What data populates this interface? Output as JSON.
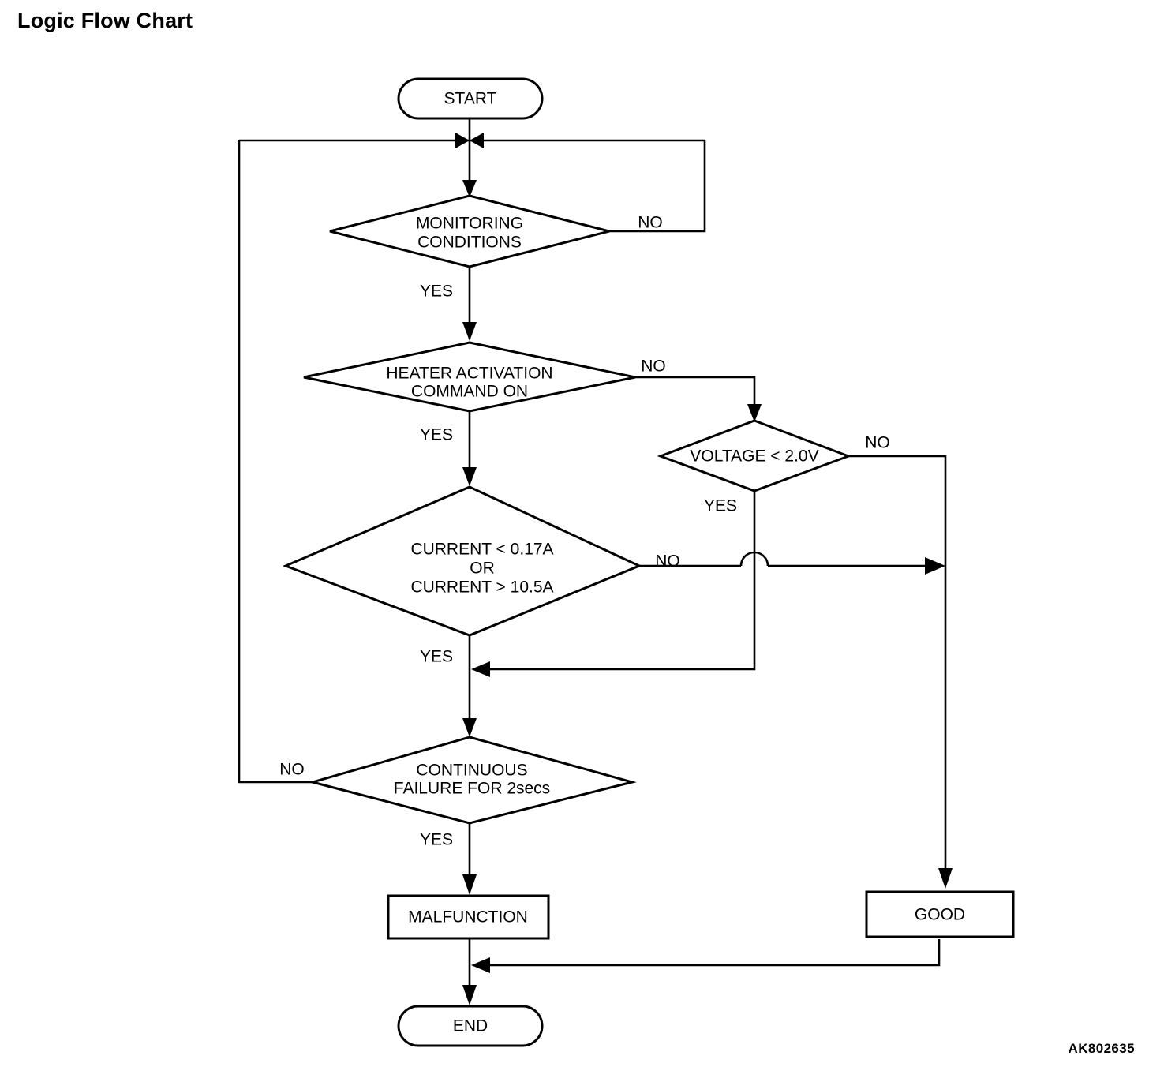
{
  "page": {
    "title": "Logic Flow Chart",
    "watermark": "AK802635"
  },
  "chart_data": {
    "type": "diagram",
    "title": "Logic Flow Chart",
    "diagram_kind": "flowchart",
    "nodes": [
      {
        "id": "start",
        "shape": "terminator",
        "label": "START"
      },
      {
        "id": "monitoring",
        "shape": "decision",
        "label": "MONITORING CONDITIONS",
        "lines": [
          "MONITORING",
          "CONDITIONS"
        ]
      },
      {
        "id": "heater",
        "shape": "decision",
        "label": "HEATER ACTIVATION COMMAND ON",
        "lines": [
          "HEATER ACTIVATION",
          "COMMAND ON"
        ]
      },
      {
        "id": "voltage",
        "shape": "decision",
        "label": "VOLTAGE < 2.0V",
        "lines": [
          "VOLTAGE < 2.0V"
        ]
      },
      {
        "id": "current",
        "shape": "decision",
        "label": "CURRENT < 0.17A OR CURRENT > 10.5A",
        "lines": [
          "CURRENT < 0.17A",
          "OR",
          "CURRENT > 10.5A"
        ]
      },
      {
        "id": "continuous",
        "shape": "decision",
        "label": "CONTINUOUS FAILURE FOR 2secs",
        "lines": [
          "CONTINUOUS",
          "FAILURE FOR 2secs"
        ]
      },
      {
        "id": "malfunction",
        "shape": "process",
        "label": "MALFUNCTION"
      },
      {
        "id": "good",
        "shape": "process",
        "label": "GOOD"
      },
      {
        "id": "end",
        "shape": "terminator",
        "label": "END"
      }
    ],
    "edges": [
      {
        "from": "start",
        "to": "monitoring",
        "label": ""
      },
      {
        "from": "monitoring",
        "to": "heater",
        "label": "YES"
      },
      {
        "from": "monitoring",
        "to": "start-merge",
        "label": "NO"
      },
      {
        "from": "heater",
        "to": "current",
        "label": "YES"
      },
      {
        "from": "heater",
        "to": "voltage",
        "label": "NO"
      },
      {
        "from": "voltage",
        "to": "current-yes-merge",
        "label": "YES"
      },
      {
        "from": "voltage",
        "to": "good",
        "label": "NO"
      },
      {
        "from": "current",
        "to": "continuous",
        "label": "YES"
      },
      {
        "from": "current",
        "to": "good",
        "label": "NO"
      },
      {
        "from": "continuous",
        "to": "malfunction",
        "label": "YES"
      },
      {
        "from": "continuous",
        "to": "start-merge",
        "label": "NO"
      },
      {
        "from": "malfunction",
        "to": "end",
        "label": ""
      },
      {
        "from": "good",
        "to": "end",
        "label": ""
      }
    ]
  },
  "labels": {
    "start": "START",
    "end": "END",
    "malfunction": "MALFUNCTION",
    "good": "GOOD",
    "monitoring_l1": "MONITORING",
    "monitoring_l2": "CONDITIONS",
    "heater_l1": "HEATER ACTIVATION",
    "heater_l2": "COMMAND ON",
    "voltage_l1": "VOLTAGE < 2.0V",
    "current_l1": "CURRENT < 0.17A",
    "current_l2": "OR",
    "current_l3": "CURRENT > 10.5A",
    "continuous_l1": "CONTINUOUS",
    "continuous_l2": "FAILURE FOR 2secs",
    "yes_monitoring": "YES",
    "no_monitoring": "NO",
    "yes_heater": "YES",
    "no_heater": "NO",
    "yes_voltage": "YES",
    "no_voltage": "NO",
    "yes_current": "YES",
    "no_current": "NO",
    "yes_continuous": "YES",
    "no_continuous": "NO"
  },
  "colors": {
    "stroke": "#000000",
    "background": "#ffffff",
    "text": "#000000"
  }
}
